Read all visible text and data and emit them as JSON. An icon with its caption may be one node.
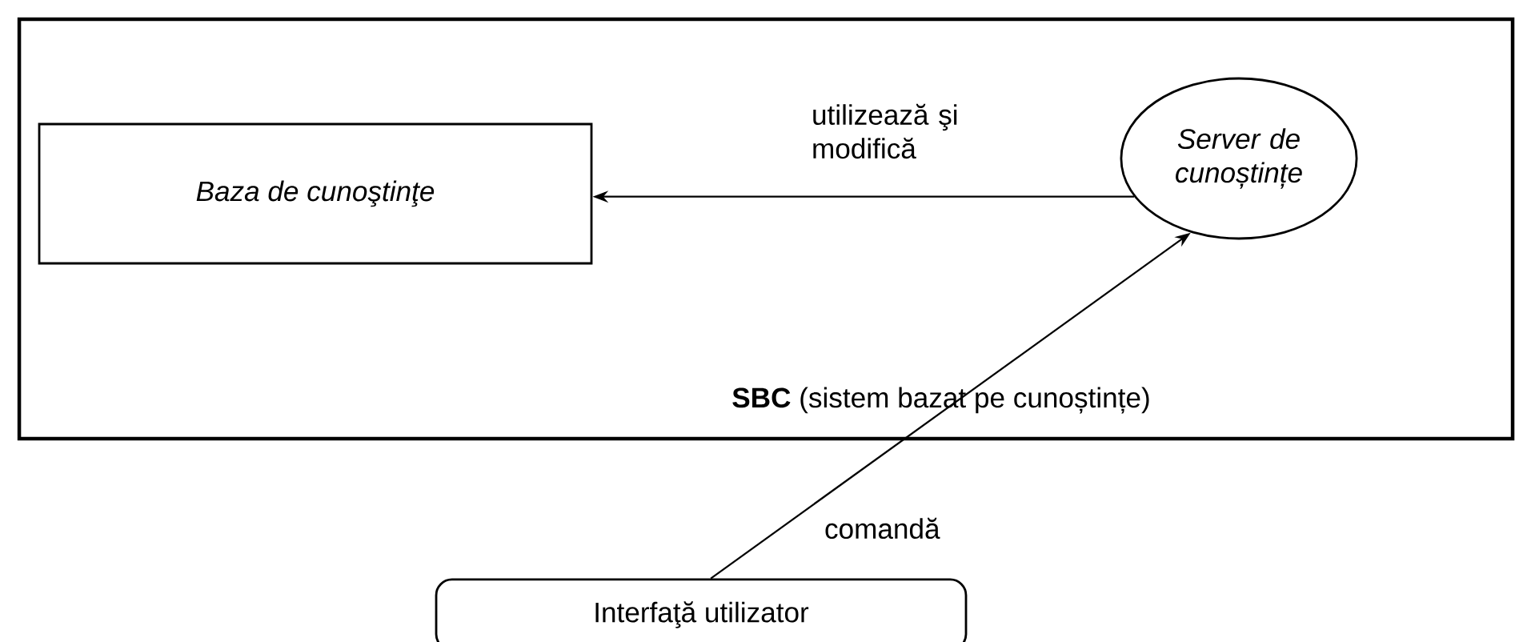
{
  "diagram": {
    "nodes": [
      {
        "text": [
          "**SBC** (sistem bazat pe cunoștințe)"
        ]
      },
      {
        "text": [
          "Baza de cunoştinţe"
        ],
        "in": 0
      },
      {
        "text": [
          "Server de cunoștințe"
        ],
        "in": 0
      },
      {
        "text": [
          "Interfaţă utilizator"
        ]
      }
    ],
    "edges": [
      {
        "from": 2,
        "to": 1,
        "arrow": "to",
        "label": "utilizează şi modifică"
      },
      {
        "from": 3,
        "to": 2,
        "arrow": "to",
        "label": "comandă"
      }
    ]
  }
}
